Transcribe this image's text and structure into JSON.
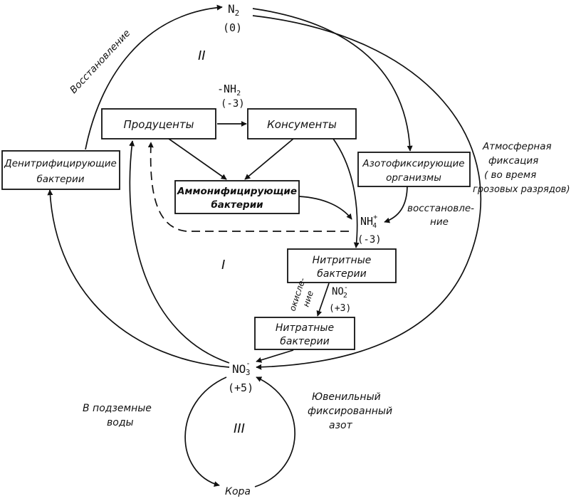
{
  "species": {
    "n2": {
      "formula": "N",
      "subscript": "2",
      "oxidation": "(0)"
    },
    "nh2": {
      "formula": "-NH",
      "subscript": "2",
      "oxidation": "(-3)"
    },
    "nh4": {
      "formula": "NH",
      "subscript": "4",
      "superscript": "+",
      "oxidation": "(-3)"
    },
    "no2": {
      "formula": "NO",
      "subscript": "2",
      "superscript": "-",
      "oxidation": "(+3)"
    },
    "no3": {
      "formula": "NO",
      "subscript": "3",
      "superscript": "-",
      "oxidation": "(+5)"
    }
  },
  "boxes": {
    "producers": "Продуценты",
    "consumers": "Консументы",
    "denitrifying": [
      "Денитрифицирующие",
      "бактерии"
    ],
    "ammonifying": [
      "Аммонифицирующие",
      "бактерии"
    ],
    "nitrogen_fixing": [
      "Азотофиксирующие",
      "организмы"
    ],
    "nitrite": [
      "Нитритные",
      "бактерии"
    ],
    "nitrate": [
      "Нитратные",
      "бактерии"
    ]
  },
  "labels": {
    "reduction_top": "Восстановление",
    "reduction_mid": [
      "восстановле-",
      "ние"
    ],
    "oxidation": [
      "окисле-",
      "ние"
    ],
    "atmospheric": [
      "Атмосферная",
      "фиксация",
      "( во время",
      "грозовых разрядов)"
    ],
    "groundwater": [
      "В подземные",
      "воды"
    ],
    "juvenile": [
      "Ювенильный",
      "фиксированный",
      "азот"
    ],
    "crust": "Кора"
  },
  "cycles": {
    "one": "I",
    "two": "II",
    "three": "III"
  }
}
